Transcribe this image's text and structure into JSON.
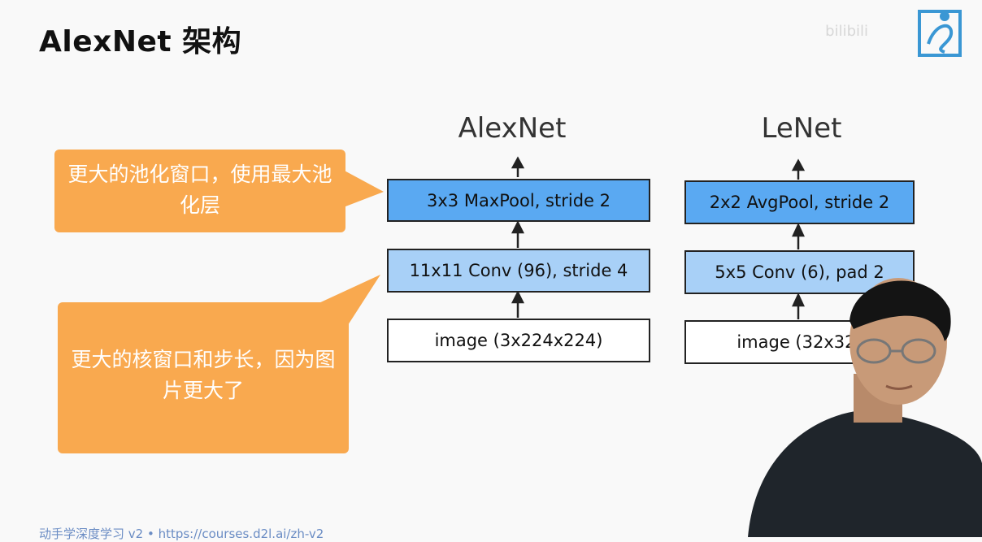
{
  "slide": {
    "title": "AlexNet 架构",
    "footer": "动手学深度学习 v2 • https://courses.d2l.ai/zh-v2",
    "watermark": "bilibili"
  },
  "alexnet": {
    "title": "AlexNet",
    "layers": {
      "pool": "3x3 MaxPool, stride 2",
      "conv": "11x11 Conv (96), stride 4",
      "input": "image (3x224x224)"
    }
  },
  "lenet": {
    "title": "LeNet",
    "layers": {
      "pool": "2x2 AvgPool, stride 2",
      "conv": "5x5 Conv (6), pad 2",
      "input": "image (32x32)"
    }
  },
  "callouts": {
    "pooling": "更大的池化窗口，使用最大池化层",
    "kernel": "更大的核窗口和步长，因为图片更大了"
  },
  "colors": {
    "callout": "#f9a94f",
    "dark_blue": "#5aa9f2",
    "light_blue": "#a8d0f7",
    "logo_blue": "#3a97d4"
  },
  "icons": {
    "logo": "d2l-logo-icon"
  }
}
